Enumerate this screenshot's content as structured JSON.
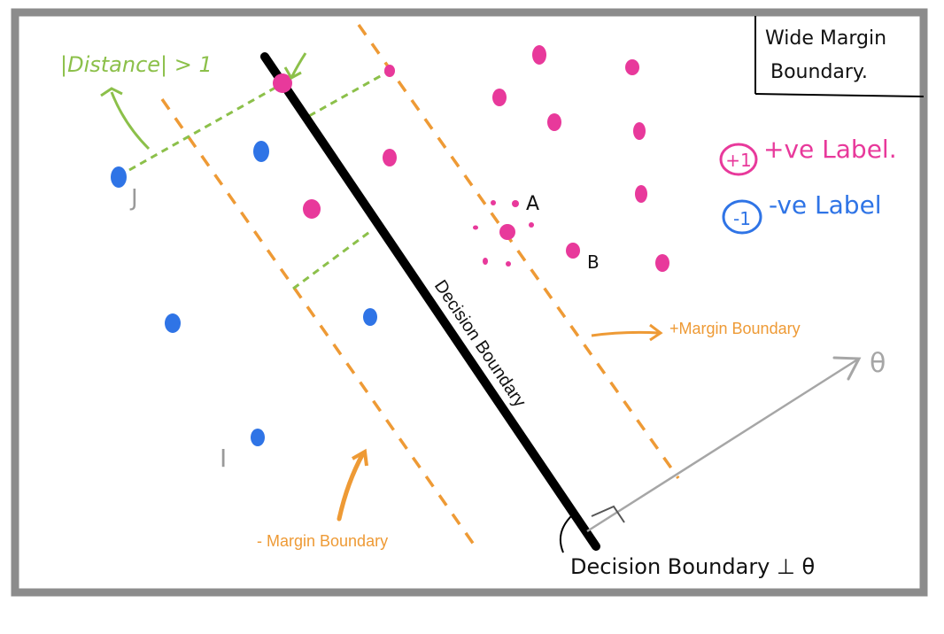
{
  "title_box": {
    "line1": "Wide Margin",
    "line2": "Boundary."
  },
  "legend": {
    "positive_symbol": "+1",
    "positive_text": "+ve Label.",
    "negative_symbol": "-1",
    "negative_text": "-ve Label"
  },
  "labels": {
    "distance": "|Distance| > 1",
    "decision_boundary": "Decision Boundary",
    "plus_margin": "+Margin Boundary",
    "minus_margin": "- Margin Boundary",
    "theta": "θ",
    "perp": "Decision Boundary ⊥ θ"
  },
  "points": {
    "A": "A",
    "B": "B",
    "I": "I",
    "J": "J"
  },
  "colors": {
    "positive": "#e8399b",
    "negative": "#2f74e6",
    "margin": "#ee9a35",
    "distance": "#8cc04a",
    "boundary": "#000000",
    "theta": "#a6a6a6",
    "frame": "#8c8c8c"
  }
}
